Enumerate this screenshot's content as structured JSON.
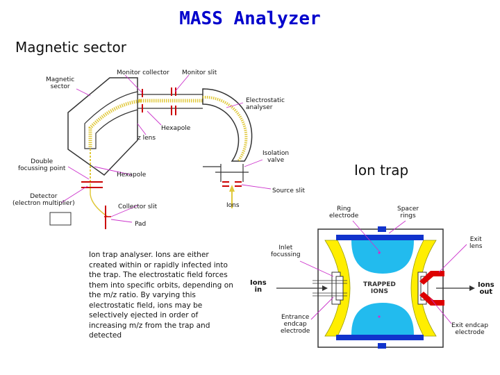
{
  "title": "MASS Analyzer",
  "sections": {
    "magnetic_sector": "Magnetic sector",
    "ion_trap": "Ion trap"
  },
  "magnetic_labels": {
    "magnetic_sector": "Magnetic\nsector",
    "monitor_collector": "Monitor collector",
    "monitor_slit": "Monitor slit",
    "electrostatic_analyser": "Electrostatic\nanalyser",
    "hexapole_top": "Hexapole",
    "z_lens": "z lens",
    "double_focussing": "Double\nfocussing point",
    "hexapole_left": "Hexapole",
    "isolation_valve": "Isolation\nvalve",
    "detector": "Detector\n(electron multiplier)",
    "source_slit": "Source slit",
    "collector_slit": "Collector slit",
    "ions": "Ions",
    "pad": "Pad"
  },
  "trap_labels": {
    "ring_electrode": "Ring\nelectrode",
    "spacer_rings": "Spacer\nrings",
    "inlet_focussing": "Inlet\nfocussing",
    "exit_lens": "Exit\nlens",
    "ions_in": "Ions\nin",
    "trapped_ions": "TRAPPED\nIONS",
    "ions_out": "Ions\nout",
    "entrance_endcap": "Entrance\nendcap\nelectrode",
    "exit_endcap": "Exit endcap\nelectrode"
  },
  "description": "Ion trap analyser. Ions are either created within or rapidly infected into the trap. The electrostatic field forces them into specific orbits, depending on the m/z ratio. By varying this electrostatic field, ions may be selectively ejected in order of increasing m/z from the trap and detected"
}
